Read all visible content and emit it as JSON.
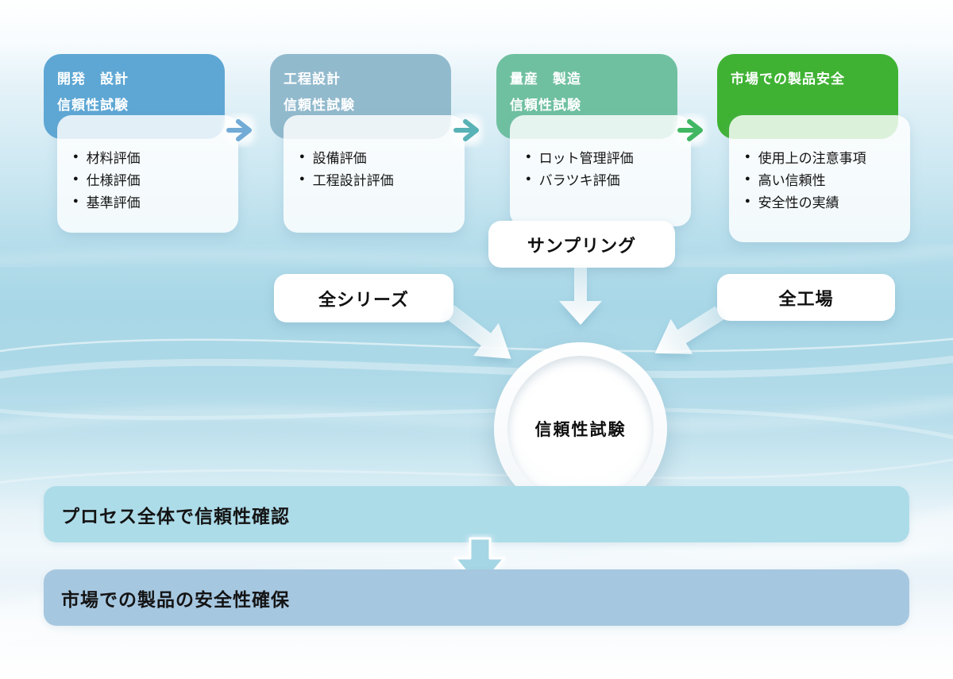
{
  "bullet_glyph": "●",
  "stages": [
    {
      "title_line1": "開発　設計",
      "title_line2": "信頼性試験",
      "header_color": "#5ea7d4",
      "items": [
        "材料評価",
        "仕様評価",
        "基準評価"
      ]
    },
    {
      "title_line1": "工程設計",
      "title_line2": "信頼性試験",
      "header_color": "#92bacd",
      "items": [
        "設備評価",
        "工程設計評価"
      ]
    },
    {
      "title_line1": "量産　製造",
      "title_line2": "信頼性試験",
      "header_color": "#6fc0a0",
      "items": [
        "ロット管理評価",
        "バラツキ評価"
      ]
    },
    {
      "title_line1": "市場での製品安全",
      "title_line2": "",
      "header_color": "#3fb233",
      "items": [
        "使用上の注意事項",
        "高い信頼性",
        "安全性の実績"
      ]
    }
  ],
  "stage_arrows": [
    {
      "color": "#72abd6"
    },
    {
      "color": "#58b2b6"
    },
    {
      "color": "#41b763"
    }
  ],
  "labels": {
    "sampling": "サンプリング",
    "all_series": "全シリーズ",
    "all_factories": "全工場"
  },
  "circle": {
    "label": "信頼性試験"
  },
  "flow_arrow_color": "#a5d6e5",
  "bars": [
    {
      "label": "プロセス全体で信頼性確認",
      "color": "#addce9"
    },
    {
      "label": "市場での製品の安全性確保",
      "color": "#a6c7e0"
    }
  ]
}
